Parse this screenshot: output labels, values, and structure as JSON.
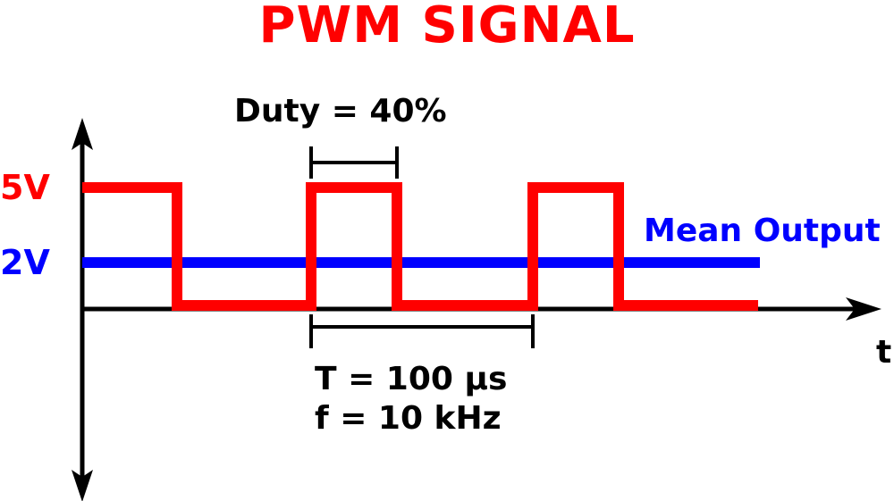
{
  "title": "PWM SIGNAL",
  "labels": {
    "high_voltage": "5V",
    "mean_voltage": "2V",
    "duty": "Duty = 40%",
    "mean_output": "Mean Output",
    "time_axis": "t",
    "period": "T = 100 µs",
    "frequency": "f  = 10 kHz"
  },
  "signal": {
    "high_level": 5,
    "mean_level": 2,
    "duty_cycle_percent": 40,
    "period_us": 100,
    "frequency_khz": 10
  },
  "colors": {
    "title": "#ff0000",
    "pwm_signal": "#ff0000",
    "mean_output": "#0000ff",
    "axes": "#000000",
    "high_voltage_label": "#ff0000",
    "mean_voltage_label": "#0000ff"
  }
}
